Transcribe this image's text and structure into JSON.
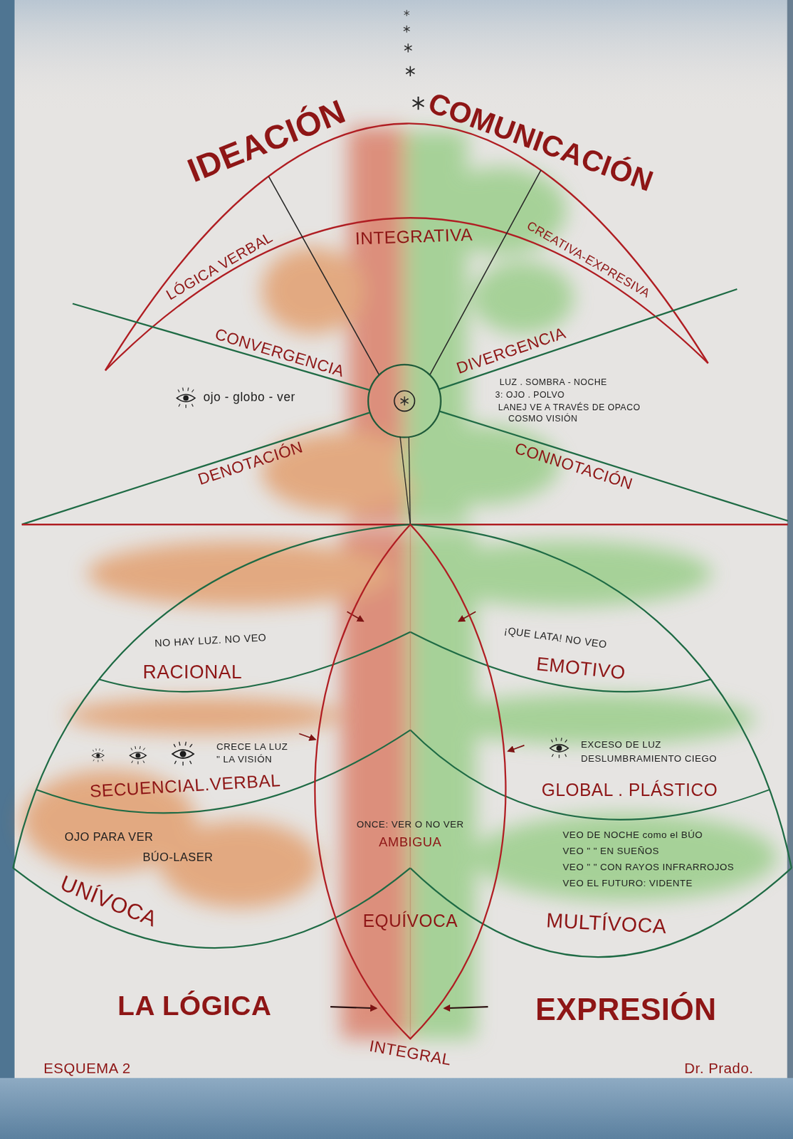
{
  "diagram": {
    "nodes": [
      {
        "text": [
          "ONCE: VER O NO VER",
          "AMBIGUA",
          "EQUÍVOCA",
          "INTEGRAL"
        ]
      }
    ],
    "labels": [
      "IDEACIÓN",
      "COMUNICACIÓN",
      "INTEGRATIVA",
      "LÓGICA VERBAL",
      "CREATIVA-EXPRESIVA",
      "CONVERGENCIA",
      "DIVERGENCIA",
      "ojo - globo - ver",
      "LUZ . SOMBRA - NOCHE",
      "3: OJO . POLVO",
      "LANEJ VE A TRAVÉS DE OPACO",
      "COSMO VISIÓN",
      "DENOTACIÓN",
      "CONNOTACIÓN",
      "NO HAY LUZ. NO VEO",
      "RACIONAL",
      "¡QUE LATA! NO VEO",
      "EMOTIVO",
      "CRECE LA LUZ",
      "\" LA VISIÓN",
      "SECUENCIAL.VERBAL",
      "EXCESO DE LUZ",
      "DESLUMBRAMIENTO CIEGO",
      "GLOBAL . PLÁSTICO",
      "OJO PARA VER",
      "BÚO-LASER",
      "UNÍVOCA",
      "VEO DE NOCHE como el BÚO",
      "VEO \" \" EN SUEÑOS",
      "VEO \" \" CON RAYOS INFRARROJOS",
      "VEO EL FUTURO: VIDENTE",
      "MULTÍVOCA",
      "LA LÓGICA",
      "EXPRESIÓN",
      "ESQUEMA 2",
      "Dr. Prado."
    ]
  }
}
